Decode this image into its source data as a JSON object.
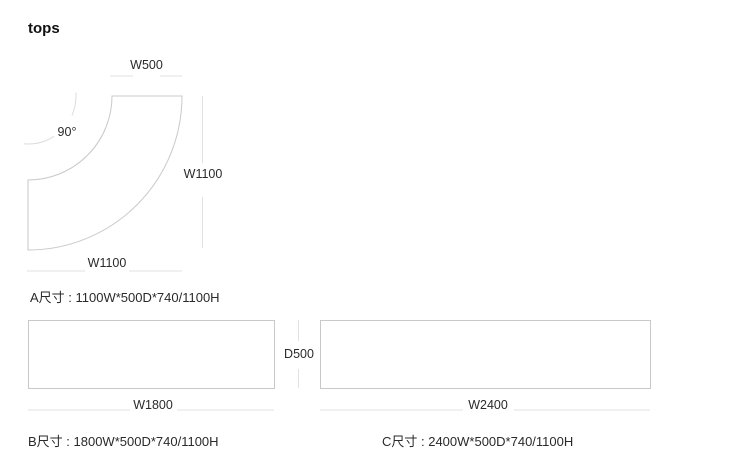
{
  "page": {
    "title": "tops"
  },
  "colors": {
    "outline": "#c9c9c9",
    "dimension_line": "#e2e2e2",
    "text": "#222222"
  },
  "diagram_a": {
    "shape": "quarter-annulus-corner-top",
    "labels": {
      "top_width": "W500",
      "angle": "90°",
      "right_width": "W1100",
      "bottom_width": "W1100"
    },
    "spec": "A尺寸 : 1100W*500D*740/1100H"
  },
  "diagram_b": {
    "shape": "rectangle-top",
    "labels": {
      "width": "W1800",
      "depth": "D500"
    },
    "spec": "B尺寸 : 1800W*500D*740/1100H"
  },
  "diagram_c": {
    "shape": "rectangle-top",
    "labels": {
      "width": "W2400"
    },
    "spec": "C尺寸 : 2400W*500D*740/1100H"
  }
}
